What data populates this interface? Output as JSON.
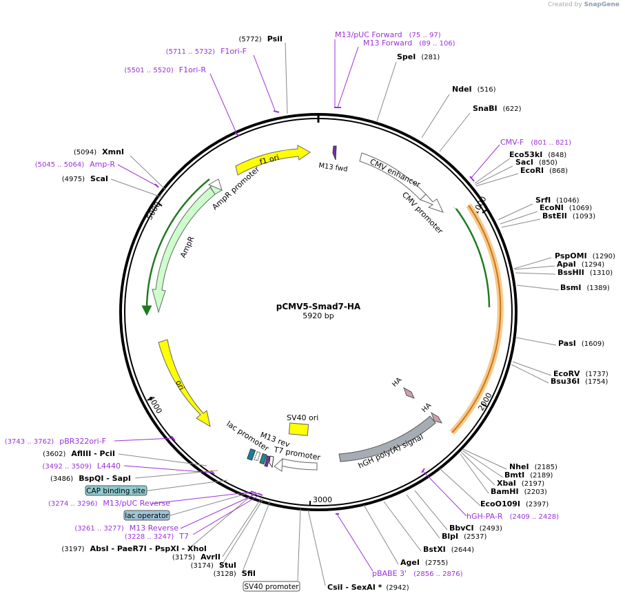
{
  "header": {
    "created_by": "Created by",
    "brand": "SnapGene"
  },
  "plasmid": {
    "name": "pCMV5-Smad7-HA",
    "length_label": "5920 bp"
  },
  "ticks": [
    "1000",
    "2000",
    "3000",
    "4000",
    "5000"
  ],
  "features": {
    "f1_ori": "f1 ori",
    "ampr_promoter": "AmpR promoter",
    "ampr": "AmpR",
    "ori": "ori",
    "cmv_enhancer": "CMV enhancer",
    "cmv_promoter": "CMV promoter",
    "m13_fwd": "M13 fwd",
    "m13_rev": "M13 rev",
    "lac_promoter": "lac promoter",
    "t7_promoter": "T7 promoter",
    "sv40_ori": "SV40 ori",
    "hgh_polya": "hGH poly(A) signal",
    "ha1": "HA",
    "ha2": "HA"
  },
  "sites_right": [
    {
      "name": "SpeI",
      "pos": "(281)"
    },
    {
      "name": "NdeI",
      "pos": "(516)"
    },
    {
      "name": "SnaBI",
      "pos": "(622)"
    },
    {
      "name": "Eco53kI",
      "pos": "(848)"
    },
    {
      "name": "SacI",
      "pos": "(850)"
    },
    {
      "name": "EcoRI",
      "pos": "(868)"
    },
    {
      "name": "SrfI",
      "pos": "(1046)"
    },
    {
      "name": "EcoNI",
      "pos": "(1069)"
    },
    {
      "name": "BstEII",
      "pos": "(1093)"
    },
    {
      "name": "PspOMI",
      "pos": "(1290)"
    },
    {
      "name": "ApaI",
      "pos": "(1294)"
    },
    {
      "name": "BssHII",
      "pos": "(1310)"
    },
    {
      "name": "BsmI",
      "pos": "(1389)"
    },
    {
      "name": "PasI",
      "pos": "(1609)"
    },
    {
      "name": "EcoRV",
      "pos": "(1737)"
    },
    {
      "name": "Bsu36I",
      "pos": "(1754)"
    },
    {
      "name": "NheI",
      "pos": "(2185)"
    },
    {
      "name": "BmtI",
      "pos": "(2189)"
    },
    {
      "name": "XbaI",
      "pos": "(2197)"
    },
    {
      "name": "BamHI",
      "pos": "(2203)"
    },
    {
      "name": "EcoO109I",
      "pos": "(2397)"
    },
    {
      "name": "BbvCI",
      "pos": "(2493)"
    },
    {
      "name": "BlpI",
      "pos": "(2537)"
    },
    {
      "name": "BstXI",
      "pos": "(2644)"
    },
    {
      "name": "AgeI",
      "pos": "(2755)"
    }
  ],
  "sites_left": [
    {
      "name": "PsiI",
      "pos": "(5772)"
    },
    {
      "name": "XmnI",
      "pos": "(5094)"
    },
    {
      "name": "ScaI",
      "pos": "(4975)"
    },
    {
      "name": "AflIII  - PciI",
      "pos": "(3602)"
    },
    {
      "name": "BspQI  - SapI",
      "pos": "(3486)"
    },
    {
      "name": "AbsI  - PaeR7I  - PspXI  - XhoI",
      "pos": "(3197)"
    },
    {
      "name": "AvrII",
      "pos": "(3175)"
    },
    {
      "name": "StuI",
      "pos": "(3174)"
    },
    {
      "name": "SfiI",
      "pos": "(3128)"
    },
    {
      "name": "CsiI  - SexAI *",
      "pos": "(2942)"
    }
  ],
  "primers": [
    {
      "name": "M13/pUC Forward",
      "range": "(75 .. 97)"
    },
    {
      "name": "M13 Forward",
      "range": "(89 .. 106)"
    },
    {
      "name": "F1ori-F",
      "range": "(5711 .. 5732)"
    },
    {
      "name": "F1ori-R",
      "range": "(5501 .. 5520)"
    },
    {
      "name": "CMV-F",
      "range": "(801 .. 821)"
    },
    {
      "name": "Amp-R",
      "range": "(5045 .. 5064)"
    },
    {
      "name": "pBR322ori-F",
      "range": "(3743 .. 3762)"
    },
    {
      "name": "L4440",
      "range": "(3492 .. 3509)"
    },
    {
      "name": "M13/pUC Reverse",
      "range": "(3274 .. 3296)"
    },
    {
      "name": "M13 Reverse",
      "range": "(3261 .. 3277)"
    },
    {
      "name": "T7",
      "range": "(3228 .. 3247)"
    },
    {
      "name": "hGH-PA-R",
      "range": "(2409 .. 2428)"
    },
    {
      "name": "pBABE 3'",
      "range": "(2856 .. 2876)"
    }
  ],
  "boxed_labels": {
    "cap_site": "CAP binding site",
    "lac_operator": "lac operator",
    "sv40_promoter": "SV40 promoter"
  },
  "colors": {
    "primer": "#9b30d9",
    "yellow_feature": "#ffff00",
    "green_feature": "#ccffcc",
    "gray_feature": "#a6acb3",
    "cap_box": "#8fcad0",
    "lac_box": "#9fc4d6"
  }
}
